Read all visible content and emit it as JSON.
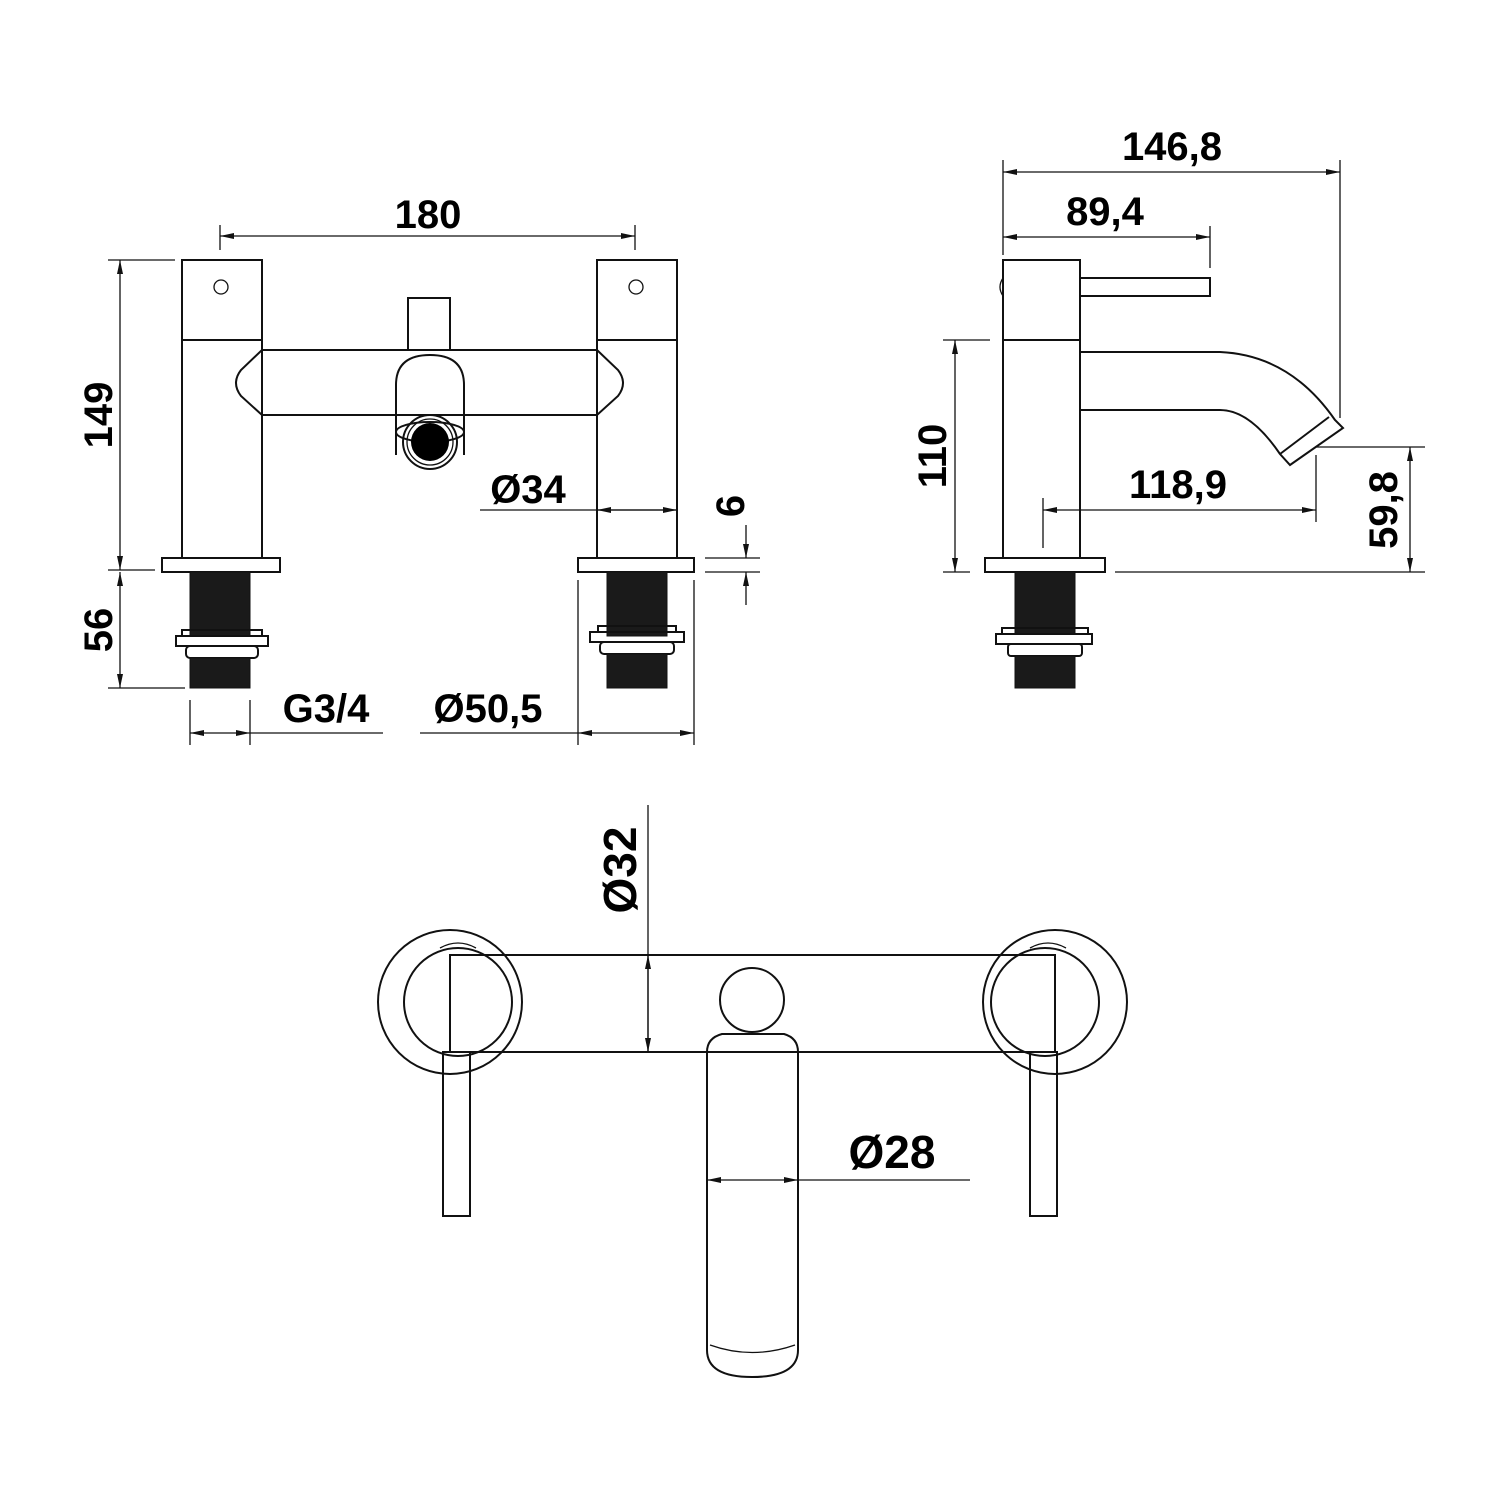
{
  "drawing": {
    "front_view": {
      "dimensions": {
        "width_between_centres": "180",
        "height": "149",
        "thread_length": "56",
        "spout_diameter": "Ø34",
        "base_thickness": "6",
        "thread_size": "G3/4",
        "base_diameter": "Ø50,5"
      }
    },
    "side_view": {
      "dimensions": {
        "overall_depth": "146,8",
        "lever_reach": "89,4",
        "body_height": "110",
        "spout_reach": "118,9",
        "spout_height": "59,8"
      }
    },
    "top_view": {
      "dimensions": {
        "bar_diameter": "Ø32",
        "spout_diameter": "Ø28"
      }
    },
    "colors": {
      "line": "#111111",
      "background": "#ffffff"
    }
  }
}
